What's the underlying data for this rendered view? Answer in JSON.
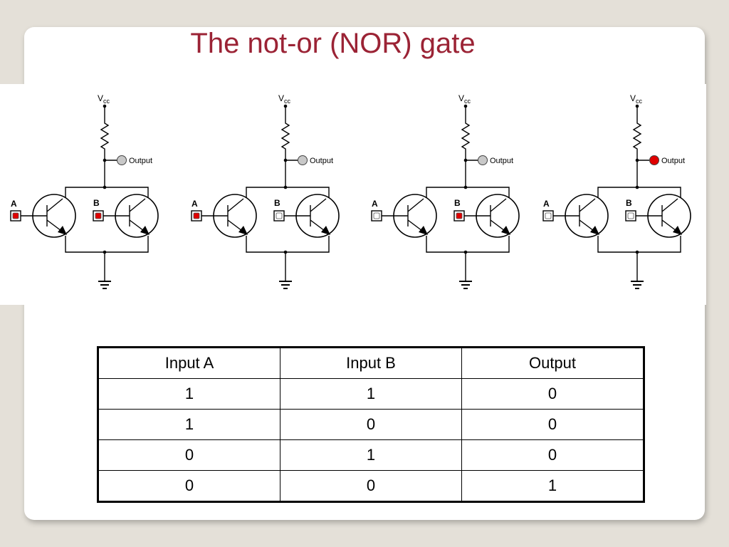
{
  "slide": {
    "title": "The not-or (NOR) gate"
  },
  "circuits": [
    {
      "vcc_label": "V",
      "vcc_sub": "cc",
      "output_label": "Output",
      "a_label": "A",
      "b_label": "B",
      "input_a": true,
      "input_b": true,
      "output": false
    },
    {
      "vcc_label": "V",
      "vcc_sub": "cc",
      "output_label": "Output",
      "a_label": "A",
      "b_label": "B",
      "input_a": true,
      "input_b": false,
      "output": false
    },
    {
      "vcc_label": "V",
      "vcc_sub": "cc",
      "output_label": "Output",
      "a_label": "A",
      "b_label": "B",
      "input_a": false,
      "input_b": true,
      "output": false
    },
    {
      "vcc_label": "V",
      "vcc_sub": "cc",
      "output_label": "Output",
      "a_label": "A",
      "b_label": "B",
      "input_a": false,
      "input_b": false,
      "output": true
    }
  ],
  "colors": {
    "on": "#e00000",
    "off": "#ffffff",
    "output_off": "#c8c8c8",
    "title": "#9b2335"
  },
  "truth_table": {
    "headers": [
      "Input A",
      "Input B",
      "Output"
    ],
    "rows": [
      [
        "1",
        "1",
        "0"
      ],
      [
        "1",
        "0",
        "0"
      ],
      [
        "0",
        "1",
        "0"
      ],
      [
        "0",
        "0",
        "1"
      ]
    ]
  }
}
